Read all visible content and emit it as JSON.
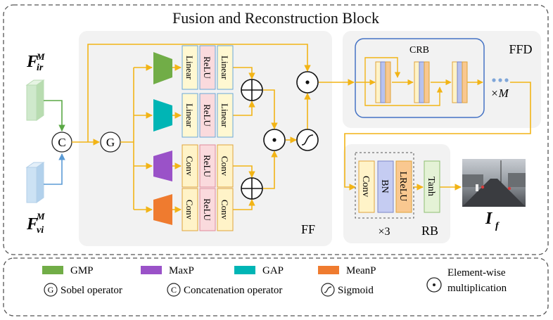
{
  "title": "Fusion and Reconstruction Block",
  "inputs": {
    "ir": {
      "main": "F",
      "sup": "M",
      "sub": "ir"
    },
    "vi": {
      "main": "F",
      "sup": "M",
      "sub": "vi"
    }
  },
  "ops": {
    "concat": "C",
    "sobel": "G"
  },
  "ff": {
    "label": "FF",
    "branches": [
      {
        "layers": [
          "Linear",
          "ReLU",
          "Linear"
        ]
      },
      {
        "layers": [
          "Linear",
          "ReLU",
          "Linear"
        ]
      },
      {
        "layers": [
          "Conv",
          "ReLU",
          "Conv"
        ]
      },
      {
        "layers": [
          "Conv",
          "ReLU",
          "Conv"
        ]
      }
    ]
  },
  "ffd": {
    "label": "FFD",
    "crb_label": "CRB",
    "repeat": "×M"
  },
  "rb": {
    "label": "RB",
    "layers": [
      "Conv",
      "BN",
      "LReLU"
    ],
    "repeat": "×3",
    "tanh": "Tanh"
  },
  "output": {
    "main": "I",
    "sub": "f"
  },
  "legend": {
    "gmp": "GMP",
    "maxp": "MaxP",
    "gap": "GAP",
    "meanp": "MeanP",
    "sobel": "Sobel operator",
    "concat": "Concatenation operator",
    "sigmoid": "Sigmoid",
    "mult_line1": "Element-wise",
    "mult_line2": "multiplication"
  },
  "colors": {
    "arrow": "#f2b416",
    "gmp": "#71ad47",
    "gap": "#00b5b5",
    "maxp": "#9a52c8",
    "meanp": "#ef7b2f",
    "linear_fill": "#fff8d2",
    "relu_fill": "#fadadd",
    "conv_fill": "#fff3c8",
    "bn_fill": "#c5ccf2",
    "lrelu_fill": "#f9c890",
    "tanh_fill": "#e4f2d6",
    "ir_feature": "#cfe9cc",
    "vi_feature": "#cce2f4",
    "crb_border": "#4472c4",
    "blue_arrow": "#5b9bd5",
    "green_arrow": "#5aa845"
  }
}
